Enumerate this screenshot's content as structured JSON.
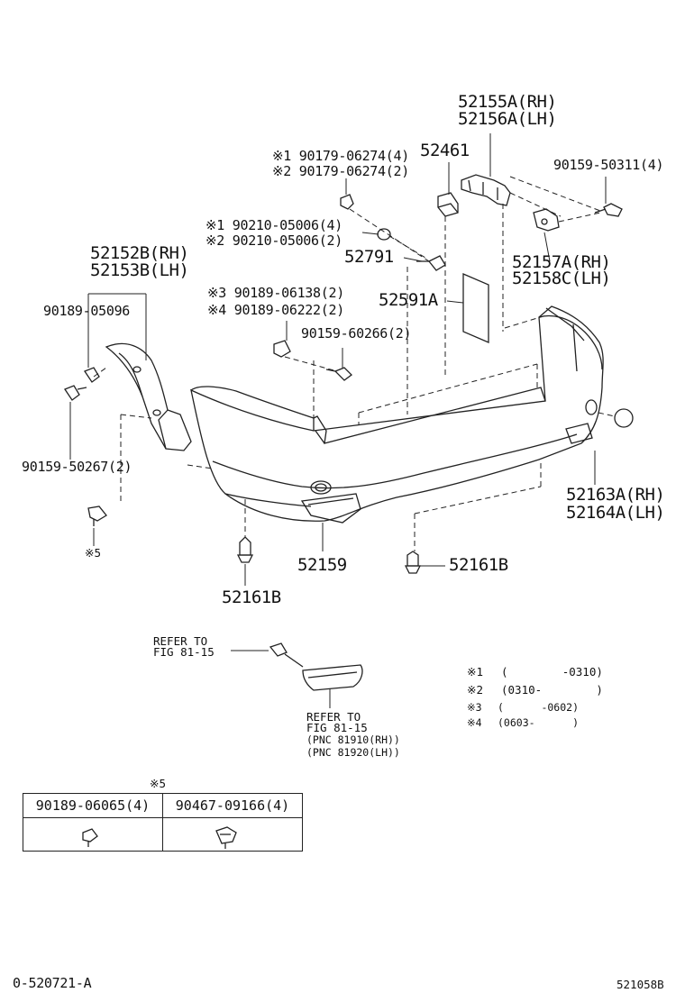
{
  "callouts": {
    "p52155a": "52155A(RH)",
    "p52156a": "52156A(LH)",
    "p52461": "52461",
    "p90159_50311": "90159-50311(4)",
    "n1_90179": "※1 90179-06274(4)",
    "n2_90179": "※2 90179-06274(2)",
    "n1_90210": "※1 90210-05006(4)",
    "n2_90210": "※2 90210-05006(2)",
    "p52791": "52791",
    "p52157a": "52157A(RH)",
    "p52158c": "52158C(LH)",
    "p52152b": "52152B(RH)",
    "p52153b": "52153B(LH)",
    "p90189_05096": "90189-05096",
    "n3_90189": "※3 90189-06138(2)",
    "n4_90189": "※4 90189-06222(2)",
    "p52591a": "52591A",
    "p90159_60266": "90159-60266(2)",
    "p90159_50267": "90159-50267(2)",
    "p52163a": "52163A(RH)",
    "p52164a": "52164A(LH)",
    "p52159": "52159",
    "p52161b_left": "52161B",
    "p52161b_right": "52161B",
    "note5": "※5"
  },
  "refer_top": {
    "line1": "REFER TO",
    "line2": "FIG 81-15"
  },
  "refer_bottom": {
    "line1": "REFER TO",
    "line2": "FIG 81-15",
    "line3": "(PNC 81910(RH))",
    "line4": "(PNC 81920(LH))"
  },
  "legend": {
    "items": [
      {
        "mark": "※1",
        "range": "(        -0310)"
      },
      {
        "mark": "※2",
        "range": "(0310-        )"
      },
      {
        "mark": "※3",
        "range": "(      -0602)"
      },
      {
        "mark": "※4",
        "range": "(0603-      )"
      }
    ]
  },
  "table": {
    "note": "※5",
    "col1": "90189-06065(4)",
    "col2": "90467-09166(4)"
  },
  "footer": {
    "left_code": "0-520721-A",
    "right_code": "521058B"
  }
}
